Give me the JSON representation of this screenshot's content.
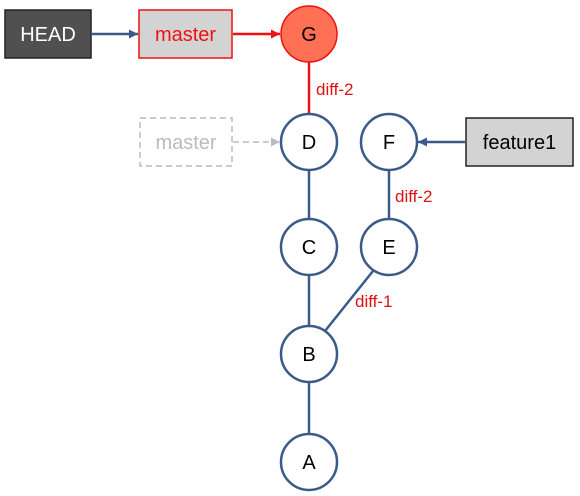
{
  "colors": {
    "edge": "#3a5a8a",
    "highlight": "#ee1111",
    "ghost": "#bbbbbb",
    "node_fill": "#ffffff",
    "new_commit_fill": "#ff7055",
    "head_fill": "#505050",
    "ref_fill": "#d3d3d3",
    "label_red": "#dd1111"
  },
  "refs": {
    "head": "HEAD",
    "master": "master",
    "old_master": "master",
    "feature1": "feature1"
  },
  "commits": {
    "g": "G",
    "d": "D",
    "c": "C",
    "b": "B",
    "a": "A",
    "e": "E",
    "f": "F"
  },
  "edge_labels": {
    "g_d": "diff-2",
    "e_f": "diff-2",
    "b_e": "diff-1"
  }
}
